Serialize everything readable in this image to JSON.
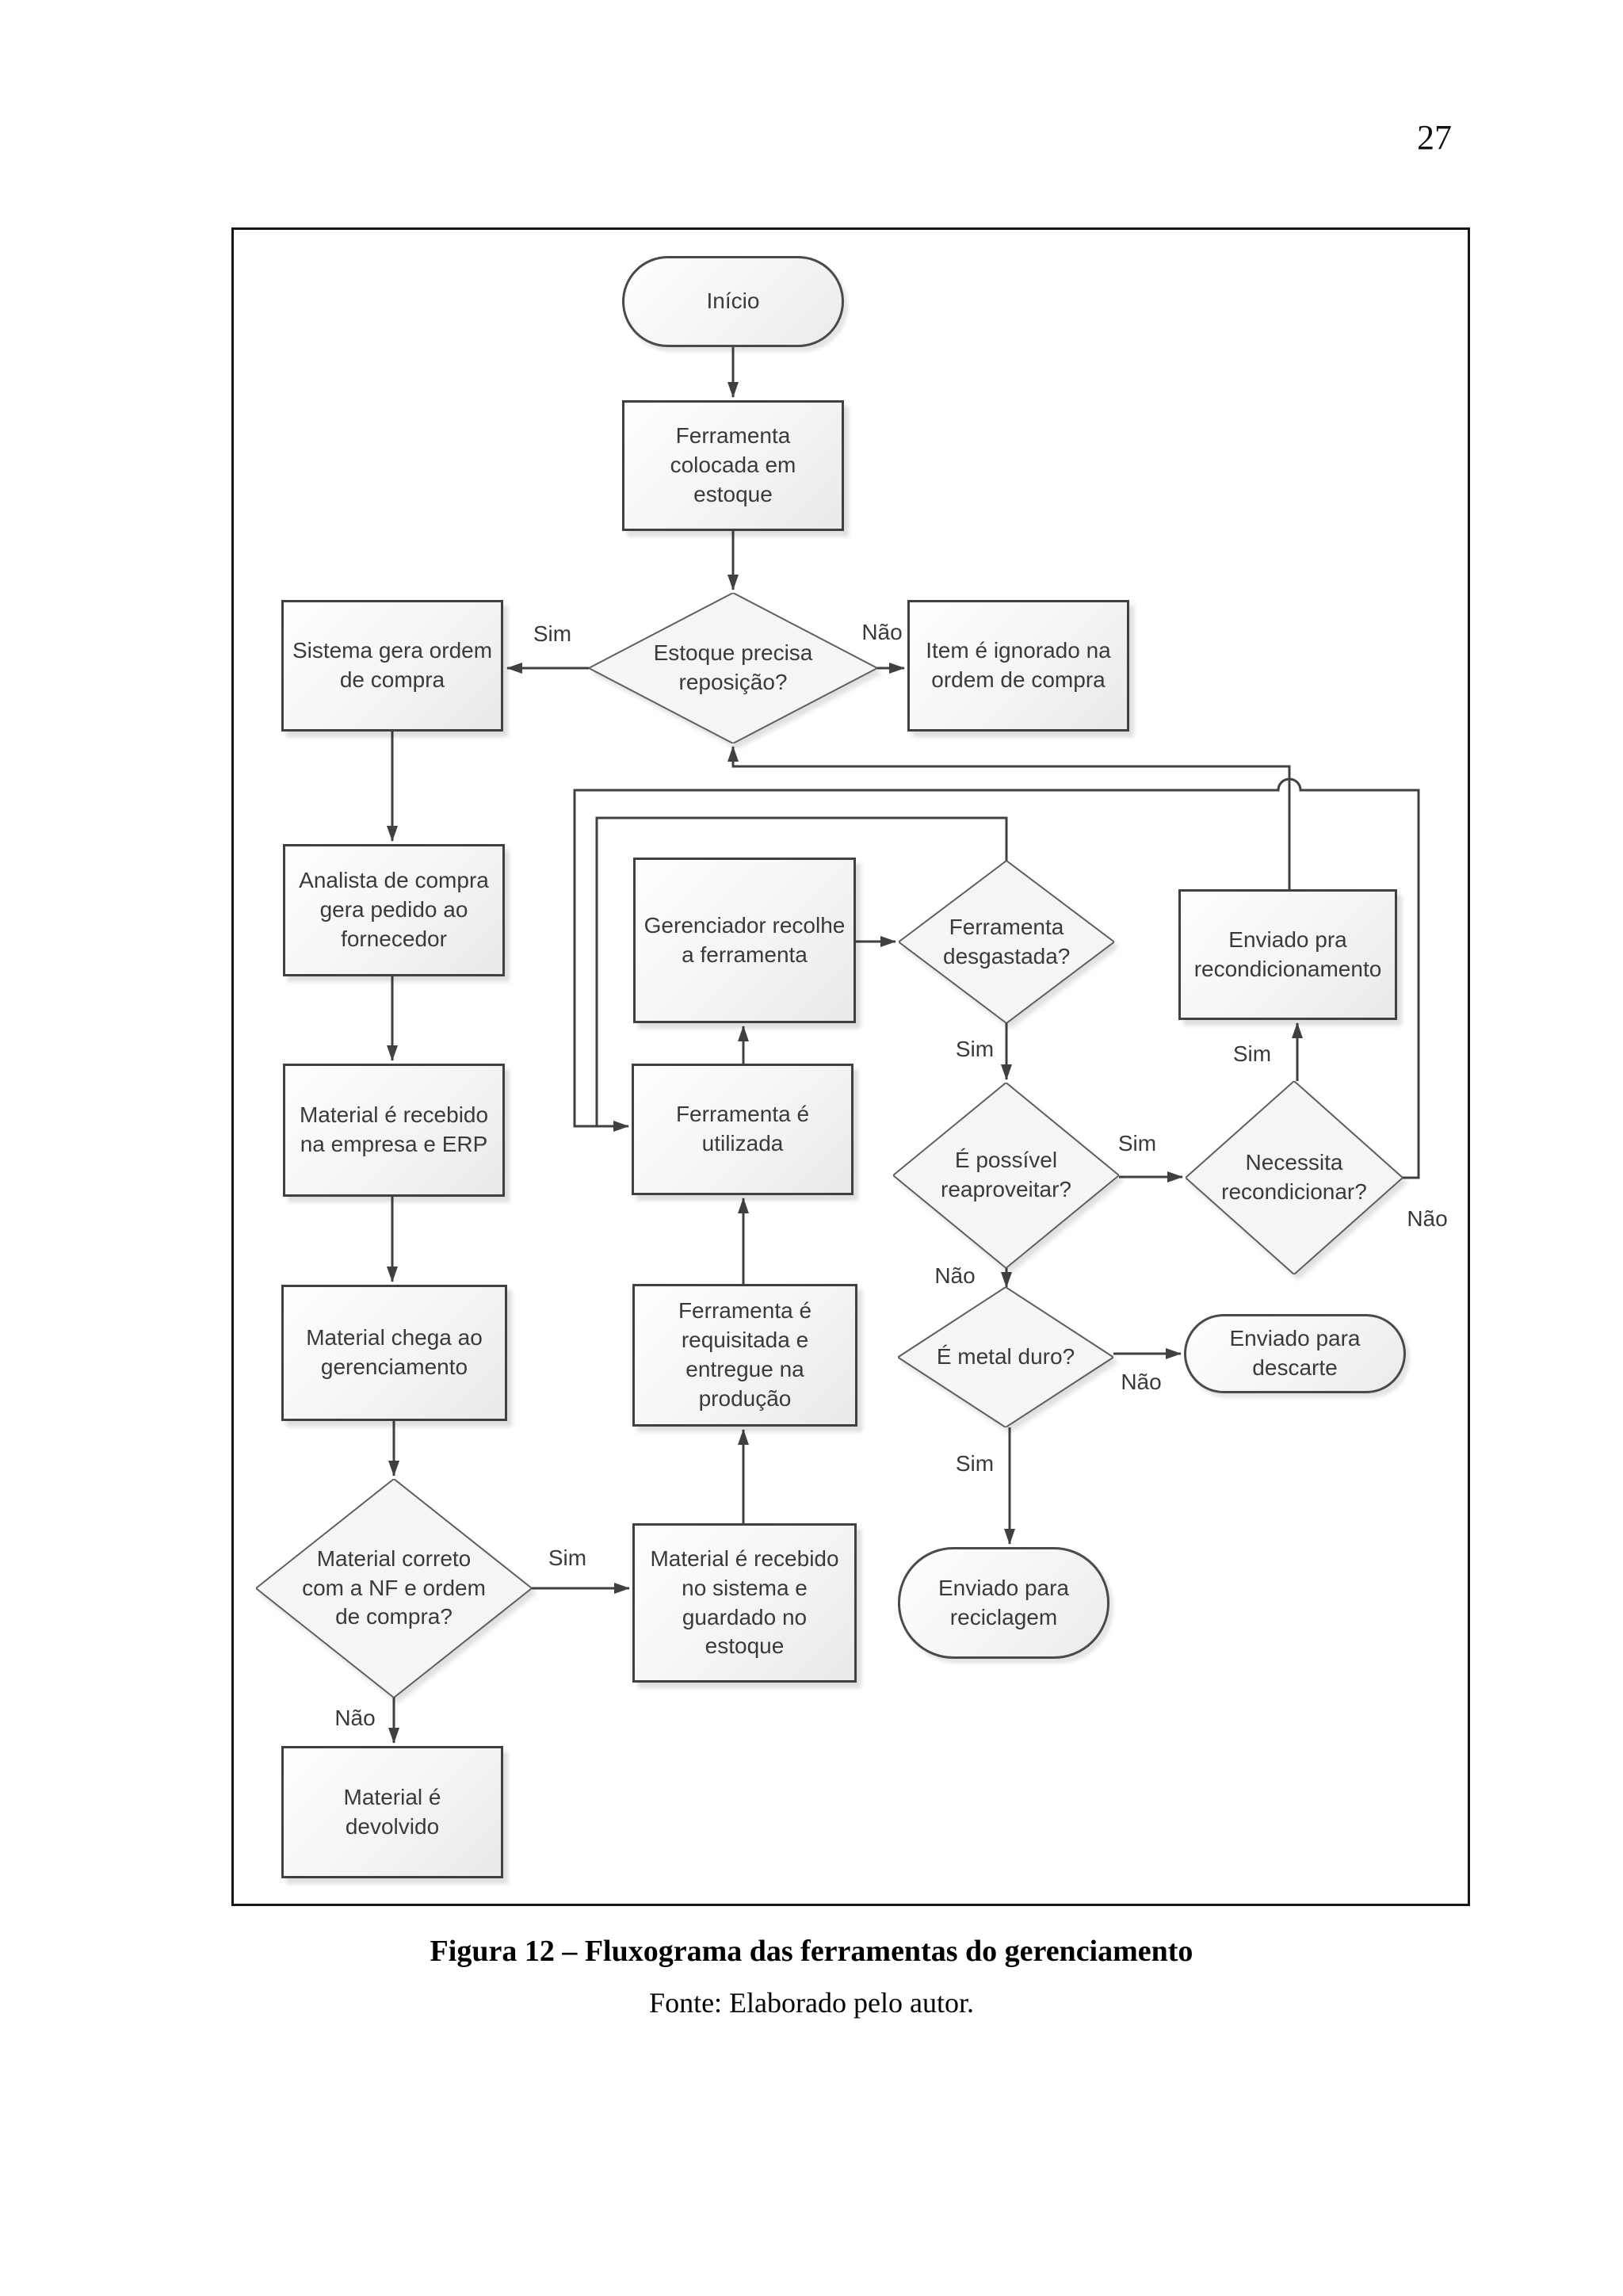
{
  "page": {
    "number": "27"
  },
  "figure": {
    "caption": "Figura 12 – Fluxograma das ferramentas do gerenciamento",
    "source": "Fonte: Elaborado pelo autor."
  },
  "flowchart": {
    "nodes": {
      "inicio": "Início",
      "ferramenta_colocada": "Ferramenta colocada em estoque",
      "estoque_precisa": "Estoque precisa reposição?",
      "sistema_gera": "Sistema gera ordem de compra",
      "item_ignorado": "Item é ignorado na ordem de compra",
      "analista": "Analista de compra gera pedido ao fornecedor",
      "material_recebido_erp": "Material é recebido na empresa e ERP",
      "material_chega": "Material chega ao gerenciamento",
      "material_correto": "Material correto com a NF e ordem de compra?",
      "material_devolvido": "Material é devolvido",
      "material_recebido_sistema": "Material é recebido no sistema e guardado no estoque",
      "ferramenta_requisitada": "Ferramenta é requisitada e entregue na produção",
      "ferramenta_utilizada": "Ferramenta é utilizada",
      "gerenciador_recolhe": "Gerenciador recolhe a ferramenta",
      "ferramenta_desgastada": "Ferramenta desgastada?",
      "possivel_reaproveitar": "É possível reaproveitar?",
      "necessita_recondicionar": "Necessita recondicionar?",
      "enviado_recondicionamento": "Enviado pra recondicionamento",
      "metal_duro": "É metal duro?",
      "enviado_descarte": "Enviado para descarte",
      "enviado_reciclagem": "Enviado para reciclagem"
    },
    "edge_labels": [
      "Sim",
      "Não",
      "Sim",
      "Sim",
      "Não",
      "Sim",
      "Não",
      "Sim",
      "Não",
      "Sim",
      "Não"
    ]
  },
  "colors": {
    "line": "#404040",
    "node_border": "#4a4a4a",
    "text": "#3a3a3a"
  }
}
